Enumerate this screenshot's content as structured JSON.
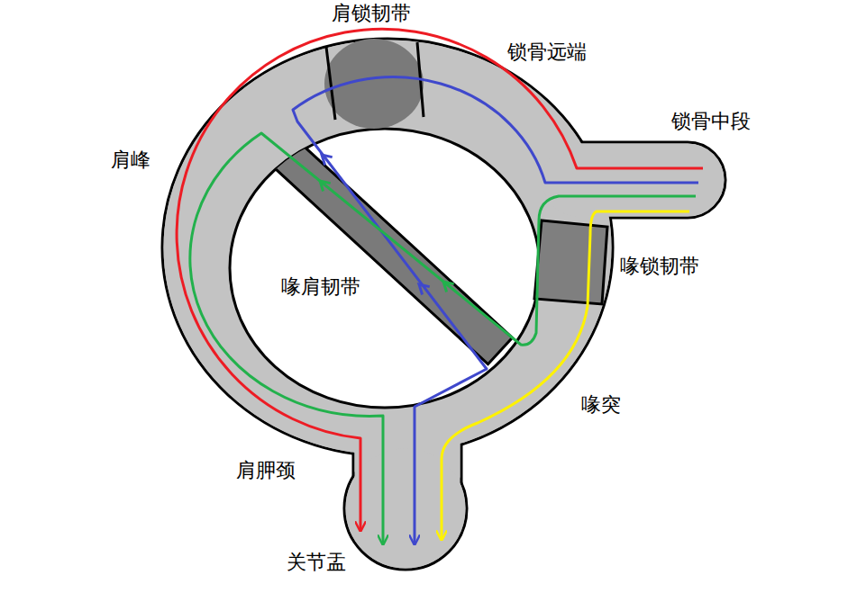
{
  "diagram": {
    "labels": [
      "肩锁韧带",
      "锁骨远端",
      "锁骨中段",
      "肩峰",
      "喙锁韧带",
      "喙肩韧带",
      "喙突",
      "肩胛颈",
      "关节盂"
    ]
  }
}
